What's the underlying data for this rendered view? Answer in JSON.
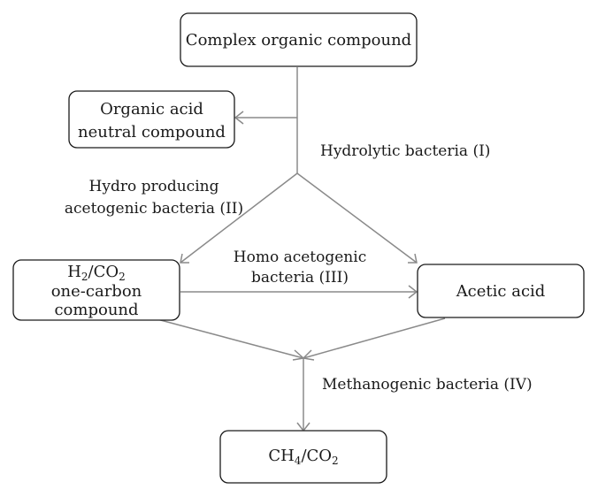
{
  "nodes": {
    "complex": {
      "text": "Complex organic compound"
    },
    "organic_acid": {
      "line1": "Organic acid",
      "line2": "neutral compound"
    },
    "h2co2": {
      "line1_a": "H",
      "line1_sub1": "2",
      "line1_b": "/CO",
      "line1_sub2": "2",
      "line2": "one-carbon",
      "line3": "compound"
    },
    "acetic": {
      "text": "Acetic acid"
    },
    "ch4co2": {
      "a": "CH",
      "sub1": "4",
      "b": "/CO",
      "sub2": "2"
    }
  },
  "labels": {
    "hydrolytic": "Hydrolytic bacteria (I)",
    "hydro_producing_line1": "Hydro producing",
    "hydro_producing_line2": "acetogenic bacteria (II)",
    "homo_line1": "Homo acetogenic",
    "homo_line2": "bacteria (III)",
    "methanogenic": "Methanogenic bacteria (IV)"
  }
}
